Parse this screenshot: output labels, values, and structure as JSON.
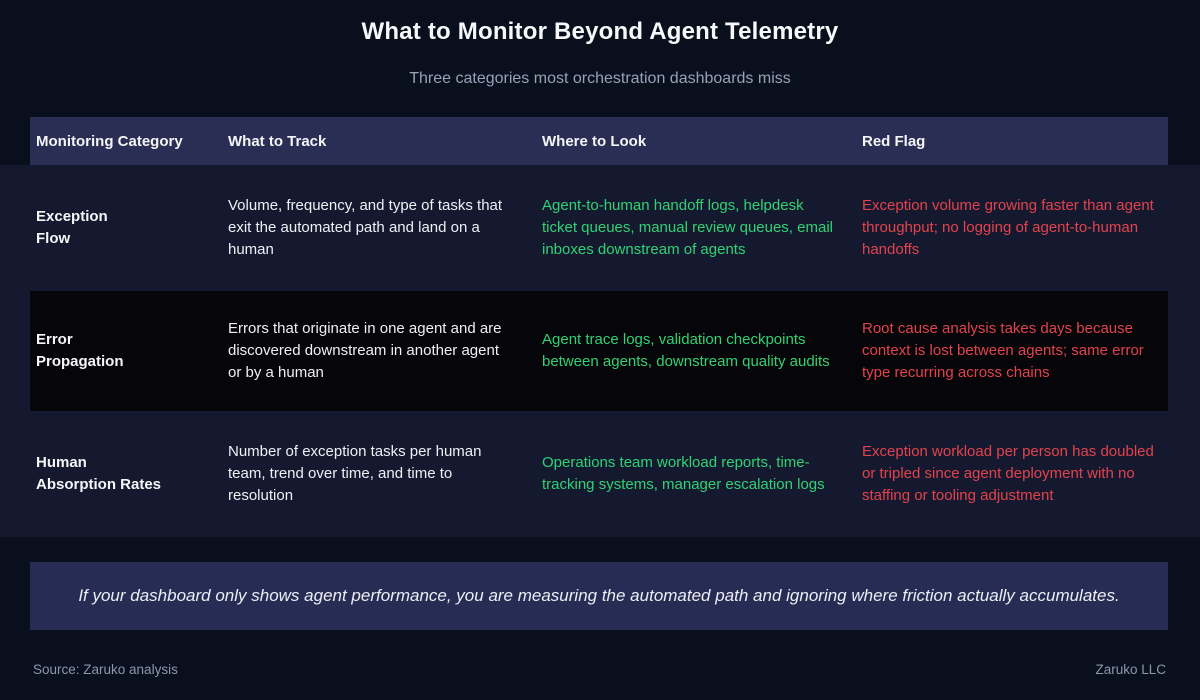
{
  "page": {
    "title": "What to Monitor Beyond Agent Telemetry",
    "subtitle": "Three categories most orchestration dashboards miss",
    "callout": "If your dashboard only shows agent performance, you are measuring the automated path and ignoring where friction actually accumulates.",
    "footer": {
      "source": "Source: Zaruko analysis",
      "brand": "Zaruko LLC"
    }
  },
  "table": {
    "headers": [
      "Monitoring Category",
      "What to Track",
      "Where to Look",
      "Red Flag"
    ],
    "rows": [
      {
        "category": "Exception\nFlow",
        "what_to_track": "Volume, frequency, and type of tasks that exit the automated path and land on a human",
        "where_to_look": "Agent-to-human handoff logs, helpdesk ticket queues, manual review queues, email inboxes downstream of agents",
        "red_flag": "Exception volume growing faster than agent throughput; no logging of agent-to-human handoffs"
      },
      {
        "category": "Error\nPropagation",
        "what_to_track": "Errors that originate in one agent and are discovered downstream in another agent or by a human",
        "where_to_look": "Agent trace logs, validation checkpoints between agents, downstream quality audits",
        "red_flag": "Root cause analysis takes days because context is lost between agents; same error type recurring across chains"
      },
      {
        "category": "Human\nAbsorption Rates",
        "what_to_track": "Number of exception tasks per human team, trend over time, and time to resolution",
        "where_to_look": "Operations team workload reports, time-tracking systems, manager escalation logs",
        "red_flag": "Exception workload per person has doubled or tripled since agent deployment with no staffing or tooling adjustment"
      }
    ]
  },
  "colors": {
    "background": "#0a0f1e",
    "band": "#151930",
    "header_bg": "#2b2e54",
    "row_dark_bg": "#06050a",
    "callout_bg": "#272c55",
    "positive_text": "#2fd273",
    "negative_text": "#e2434b",
    "title_text": "#f7f8fa",
    "body_text": "#eef0f4",
    "muted_text": "#98a1b6",
    "footer_text": "#8d96ac"
  }
}
